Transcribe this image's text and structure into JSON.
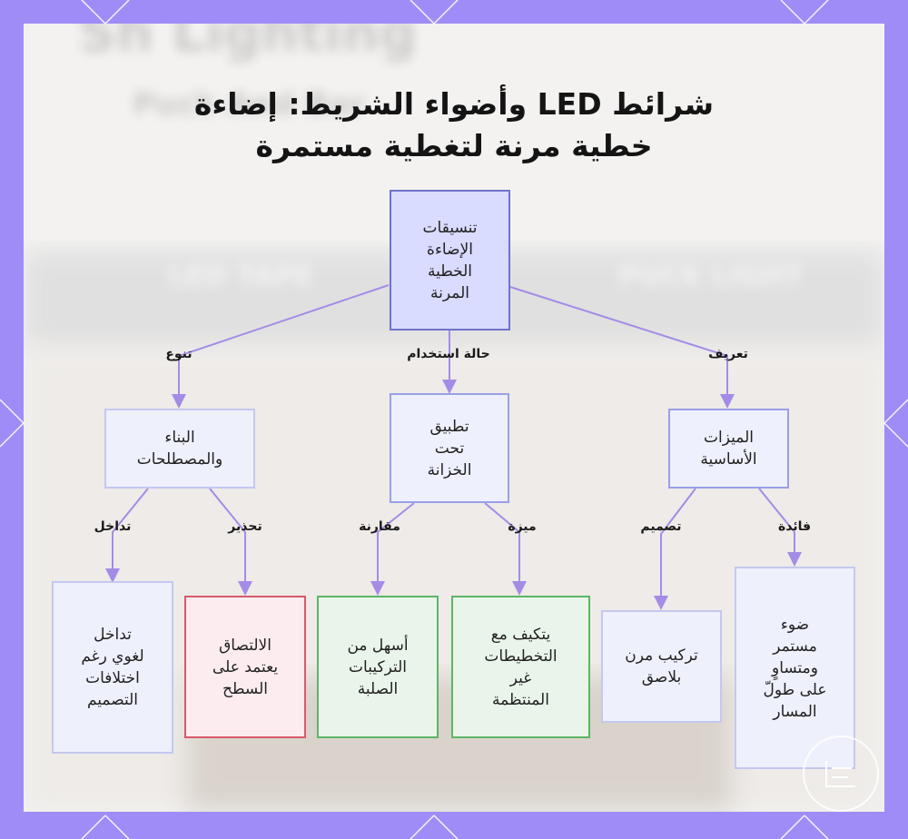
{
  "title": {
    "line1": "شرائط LED وأضواء الشريط: إضاءة",
    "line2": "خطية مرنة لتغطية مستمرة"
  },
  "nodes": {
    "root": "تنسيقات\nالإضاءة\nالخطية\nالمرنة",
    "features": "الميزات\nالأساسية",
    "cabinet": "تطبيق\nتحت\nالخزانة",
    "terms": "البناء\nوالمصطلحات",
    "continuous": "ضوء\nمستمر\nومتساوٍ\nعلى طولّ\nالمسار",
    "flexible": "تركيب مرن\nبلاصق",
    "adapts": "يتكيف مع\nالتخطيطات\nغير\nالمنتظمة",
    "easier": "أسهل من\nالتركيبات\nالصلبة",
    "adhesion": "الالتصاق\nيعتمد على\nالسطح",
    "overlap": "تداخل\nلغوي رغم\nاختلافات\nالتصميم"
  },
  "edge_labels": {
    "definition": "تعريف",
    "use_case": "حالة استخدام",
    "variety": "تنوع",
    "benefit": "فائدة",
    "design": "تصميم",
    "advantage": "ميزة",
    "comparison": "مقارنة",
    "warning": "تحذير",
    "overlap": "تداخل"
  },
  "background_text": {
    "row1": "Sh  Lighting",
    "row2": "Puck And Bar",
    "left": "LED TAPE",
    "right": "PUCK LIGHT"
  },
  "colors": {
    "frame": "#a08cf7",
    "card": "#f4f3f2",
    "edge": "#a48ce6",
    "root_fill": "#d9dbff",
    "warn_border": "#d65a68",
    "good_border": "#5fb465"
  }
}
